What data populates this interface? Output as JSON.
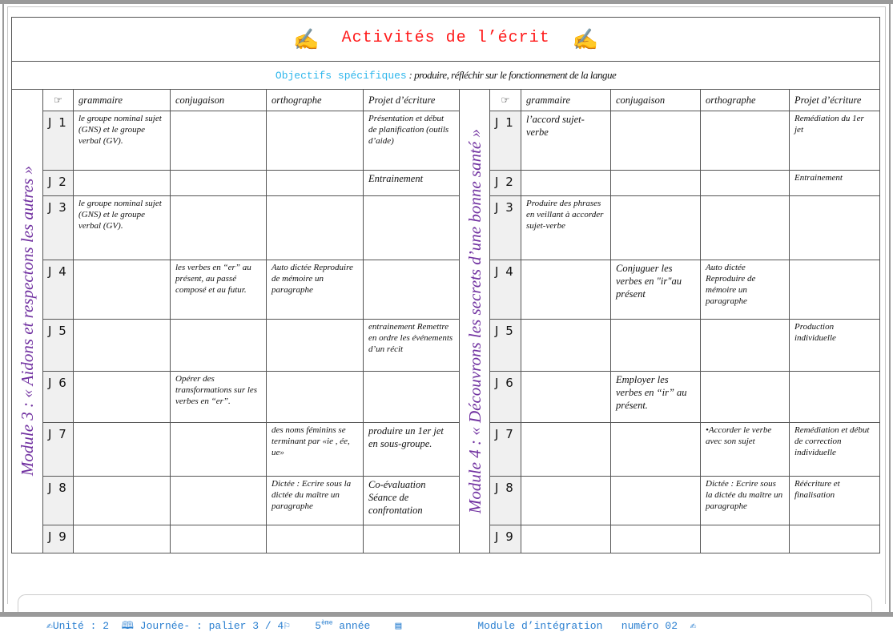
{
  "title": "Activités de l’écrit",
  "objectives": {
    "label": "Objectifs spécifiques",
    "sep": " : ",
    "text": "produire, réfléchir sur le fonctionnement de la langue"
  },
  "headers": [
    "grammaire",
    "conjugaison",
    "orthographe",
    "Projet d’écriture"
  ],
  "modules": [
    {
      "title": "Module 3 : « Aidons et respectons les autres »",
      "rows": [
        {
          "day": "J 1",
          "cells": [
            "le groupe nominal sujet (GNS) et le groupe verbal (GV).",
            "",
            "",
            "Présentation et début de planification (outils d’aide)"
          ]
        },
        {
          "day": "J 2",
          "cells": [
            "",
            "",
            "",
            "Entrainement"
          ]
        },
        {
          "day": "J 3",
          "cells": [
            "le groupe nominal sujet (GNS) et le groupe verbal (GV).",
            "",
            "",
            ""
          ]
        },
        {
          "day": "J 4",
          "cells": [
            "",
            "les verbes en “er” au présent, au passé composé et au futur.",
            "Auto dictée Reproduire de mémoire un paragraphe",
            ""
          ]
        },
        {
          "day": "J 5",
          "cells": [
            "",
            "",
            "",
            "entrainement Remettre en ordre les événements d’un récit"
          ]
        },
        {
          "day": "J 6",
          "cells": [
            "",
            "Opérer des transformations sur les verbes en “er”.",
            "",
            ""
          ]
        },
        {
          "day": "J 7",
          "cells": [
            "",
            "",
            "des noms féminins se terminant par «ie , ée, ue»",
            "produire un 1er jet en sous-groupe."
          ]
        },
        {
          "day": "J 8",
          "cells": [
            "",
            "",
            "Dictée : Ecrire sous la dictée du maître un paragraphe",
            "Co-évaluation Séance de confrontation"
          ]
        },
        {
          "day": "J 9",
          "cells": [
            "",
            "",
            "",
            ""
          ]
        }
      ]
    },
    {
      "title": "Module 4 : « Découvrons les secrets d’une bonne santé »",
      "rows": [
        {
          "day": "J 1",
          "cells": [
            "l’accord sujet-verbe",
            "",
            "",
            "Remédiation du 1er jet"
          ]
        },
        {
          "day": "J 2",
          "cells": [
            "",
            "",
            "",
            "Entrainement"
          ]
        },
        {
          "day": "J 3",
          "cells": [
            "Produire des phrases en veillant à accorder sujet-verbe",
            "",
            "",
            ""
          ]
        },
        {
          "day": "J 4",
          "cells": [
            "",
            "Conjuguer les verbes en \"ir\"au présent",
            "Auto dictée Reproduire de mémoire un paragraphe",
            ""
          ]
        },
        {
          "day": "J 5",
          "cells": [
            "",
            "",
            "",
            "Production individuelle"
          ]
        },
        {
          "day": "J 6",
          "cells": [
            "",
            "Employer les verbes en “ir” au présent.",
            "",
            ""
          ]
        },
        {
          "day": "J 7",
          "cells": [
            "",
            "",
            "•Accorder le verbe avec son sujet",
            "Remédiation et début de correction individuelle"
          ]
        },
        {
          "day": "J 8",
          "cells": [
            "",
            "",
            "Dictée : Ecrire sous la dictée du maître un paragraphe",
            "Réécriture et finalisation"
          ]
        },
        {
          "day": "J 9",
          "cells": [
            "",
            "",
            "",
            ""
          ]
        }
      ]
    }
  ],
  "footer": {
    "unite": "Unité : 2",
    "journee": "Journée- : palier 3 / 4",
    "annee_num": "5",
    "annee_sup": "ème",
    "annee": " année",
    "module": "Module d’intégration",
    "numero": "numéro 02"
  }
}
